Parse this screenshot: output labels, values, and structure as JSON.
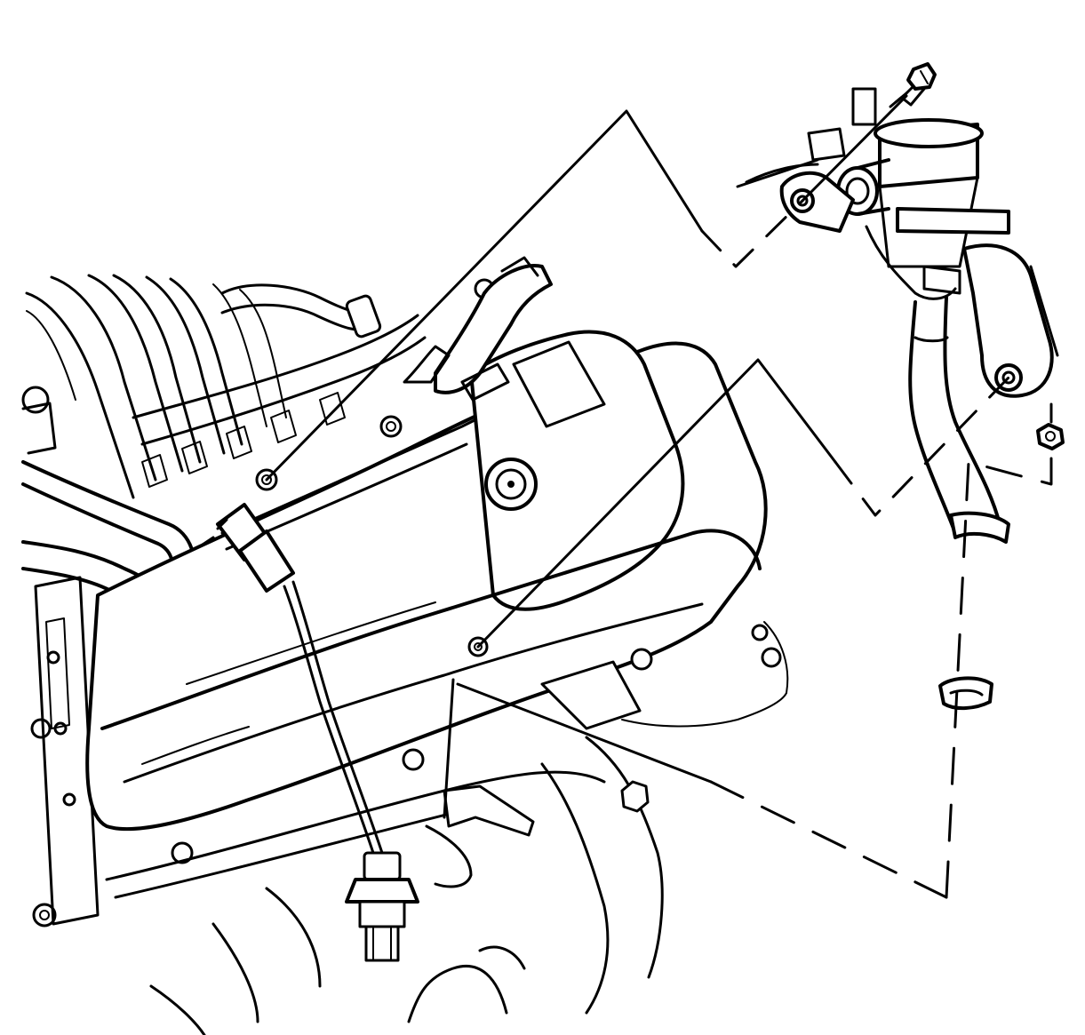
{
  "figure": {
    "kind": "exploded-view line illustration",
    "colors": {
      "line": "#000000",
      "background": "#ffffff"
    },
    "parts": [
      {
        "name": "valve-cover"
      },
      {
        "name": "intake-manifold-runners"
      },
      {
        "name": "exhaust-manifold"
      },
      {
        "name": "oxygen-sensor"
      },
      {
        "name": "secondary-air-check-valve"
      },
      {
        "name": "mounting-bolt"
      },
      {
        "name": "mounting-nut"
      },
      {
        "name": "hose-clamp"
      }
    ],
    "leader_lines": 4
  }
}
